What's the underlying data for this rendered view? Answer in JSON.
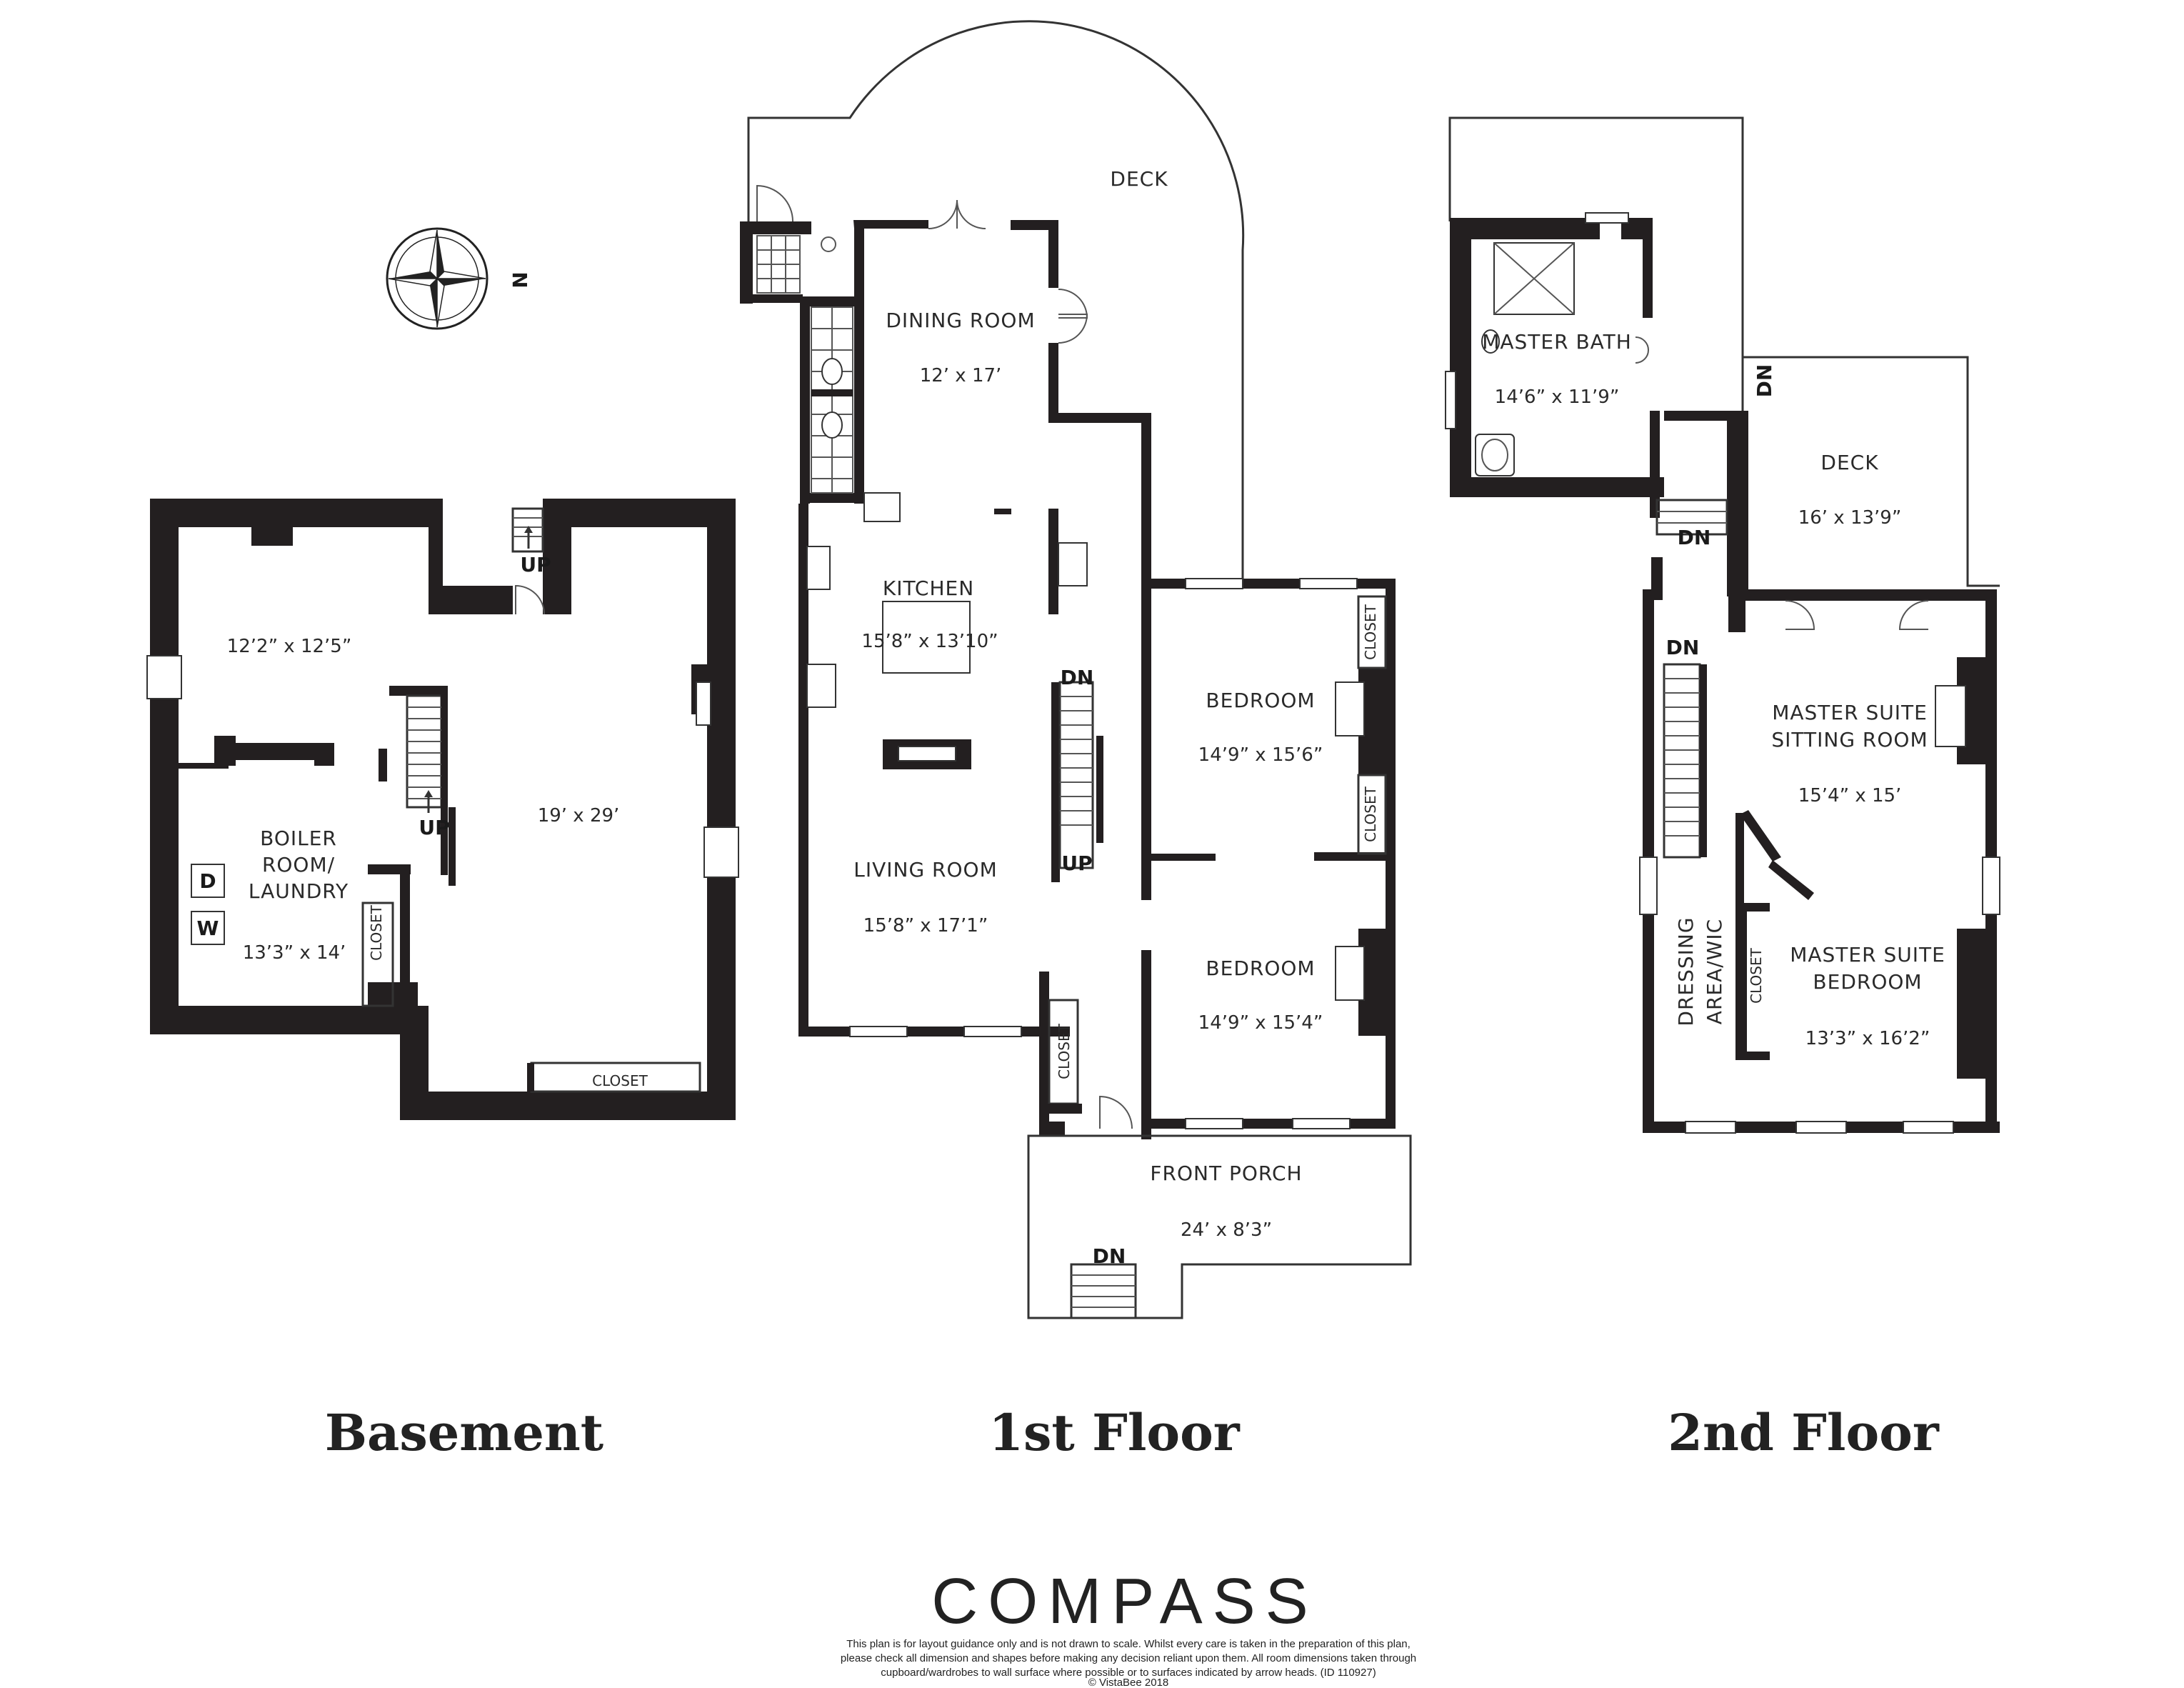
{
  "compass": {
    "north_label": "N"
  },
  "floors": {
    "basement": "Basement",
    "first": "1st Floor",
    "second": "2nd Floor"
  },
  "basement": {
    "room_a_dim": "12’2” x 12’5”",
    "main_dim": "19’ x 29’",
    "boiler_name_1": "BOILER",
    "boiler_name_2": "ROOM/",
    "boiler_name_3": "LAUNDRY",
    "boiler_dim": "13’3” x 14’",
    "closet_v": "CLOSET",
    "closet_h": "CLOSET",
    "up_top": "UP",
    "up_stair": "UP",
    "dryer": "D",
    "washer": "W"
  },
  "first": {
    "deck": "DECK",
    "dining_name": "DINING ROOM",
    "dining_dim": "12’ x 17’",
    "kitchen_name": "KITCHEN",
    "kitchen_dim": "15’8” x 13’10”",
    "living_name": "LIVING ROOM",
    "living_dim": "15’8” x 17’1”",
    "bedroom1_name": "BEDROOM",
    "bedroom1_dim": "14’9” x 15’6”",
    "bedroom2_name": "BEDROOM",
    "bedroom2_dim": "14’9” x 15’4”",
    "closet1": "CLOSET",
    "closet2": "CLOSET",
    "closet3": "CLOSET",
    "dn_stair": "DN",
    "up_stair": "UP",
    "porch_name": "FRONT PORCH",
    "porch_dim": "24’ x 8’3”",
    "porch_dn": "DN"
  },
  "second": {
    "bath_name": "MASTER BATH",
    "bath_dim": "14’6” x 11’9”",
    "deck_name": "DECK",
    "deck_dim": "16’ x 13’9”",
    "dn_deck": "DN",
    "dn_hall": "DN",
    "dn_stair": "DN",
    "sitting_name_1": "MASTER SUITE",
    "sitting_name_2": "SITTING ROOM",
    "sitting_dim": "15’4” x 15’",
    "bedroom_name_1": "MASTER SUITE",
    "bedroom_name_2": "BEDROOM",
    "bedroom_dim": "13’3” x 16’2”",
    "dressing_1": "DRESSING",
    "dressing_2": "AREA/WIC",
    "closet": "CLOSET"
  },
  "footer": {
    "brand": "COMPASS",
    "disclaimer_1": "This plan is for layout guidance only and is not drawn to scale. Whilst every care is taken in the preparation of this plan,",
    "disclaimer_2": "please check all dimension and shapes before making any decision reliant upon them. All room dimensions taken through",
    "disclaimer_3": "cupboard/wardrobes to wall surface where possible or to surfaces indicated by arrow heads. (ID 110927)",
    "copyright": "© VistaBee 2018"
  }
}
